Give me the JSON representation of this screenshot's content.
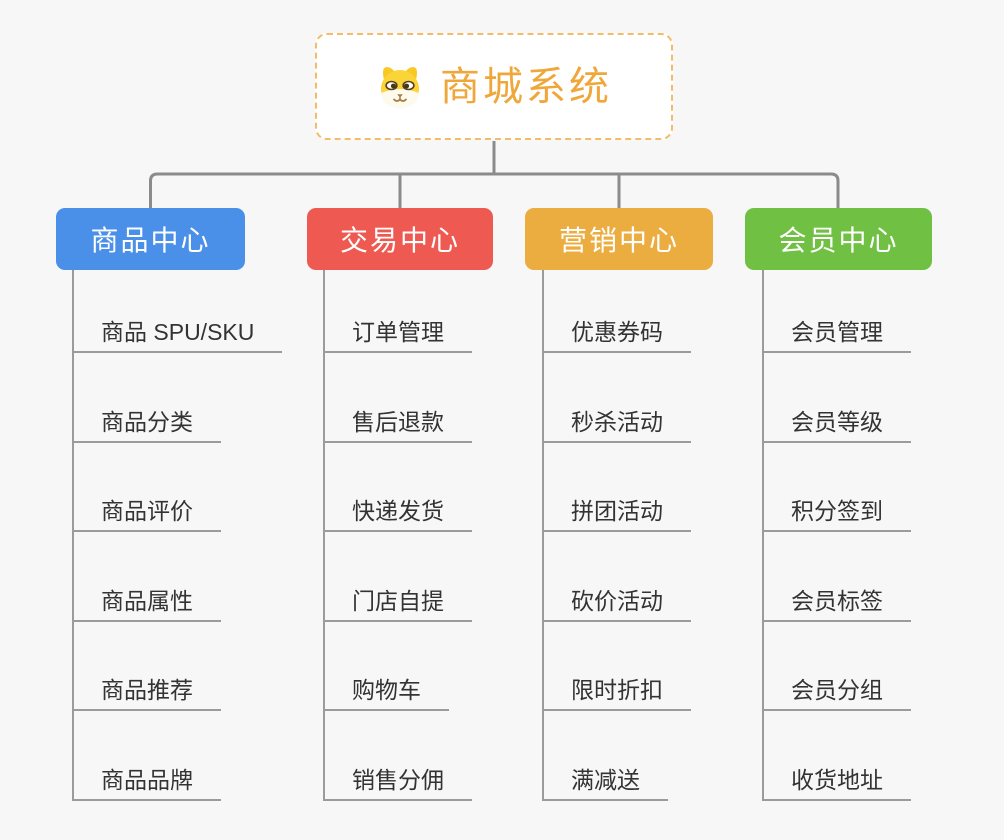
{
  "root": {
    "title": "商城系统",
    "icon": "dog-face-icon",
    "accent_color": "#F0A73A",
    "border_color": "#F3BC66"
  },
  "branches": [
    {
      "label": "商品中心",
      "color": "#4A90E8",
      "children": [
        "商品 SPU/SKU",
        "商品分类",
        "商品评价",
        "商品属性",
        "商品推荐",
        "商品品牌"
      ]
    },
    {
      "label": "交易中心",
      "color": "#EE5A52",
      "children": [
        "订单管理",
        "售后退款",
        "快递发货",
        "门店自提",
        "购物车",
        "销售分佣"
      ]
    },
    {
      "label": "营销中心",
      "color": "#EBAD40",
      "children": [
        "优惠券码",
        "秒杀活动",
        "拼团活动",
        "砍价活动",
        "限时折扣",
        "满减送"
      ]
    },
    {
      "label": "会员中心",
      "color": "#6FC043",
      "children": [
        "会员管理",
        "会员等级",
        "积分签到",
        "会员标签",
        "会员分组",
        "收货地址"
      ]
    }
  ],
  "colors": {
    "background": "#F7F7F7",
    "connector_line": "#8B8B8B",
    "leaf_line": "#9B9B9B",
    "leaf_text": "#333333"
  }
}
